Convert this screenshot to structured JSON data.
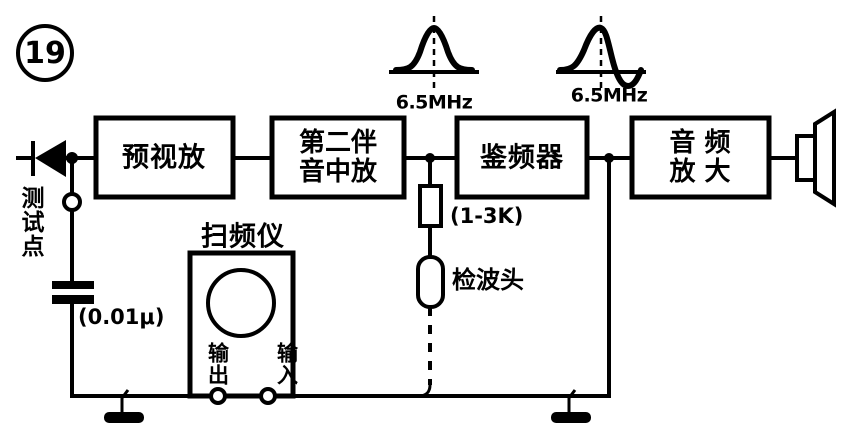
{
  "figure": {
    "number_badge": "19",
    "description": "TV second sound IF / FM discriminator alignment block diagram with sweep generator"
  },
  "blocks": [
    {
      "id": "pre-video-amp",
      "label": "预视放",
      "lines": [
        "预视放"
      ]
    },
    {
      "id": "second-sound-if-amp",
      "label": "第二伴音中放",
      "lines": [
        "第二伴",
        "音中放"
      ]
    },
    {
      "id": "frequency-discriminator",
      "label": "鉴频器",
      "lines": [
        "鉴频器"
      ]
    },
    {
      "id": "audio-amplifier",
      "label": "音频放大",
      "lines": [
        "音 频",
        "放 大"
      ]
    }
  ],
  "instrument": {
    "title": "扫频仪",
    "output_label": "输出",
    "input_label": "输入"
  },
  "components": {
    "capacitor_value": "(0.01μ)",
    "resistor_value": "(1-3K)",
    "detector_probe_label": "检波头",
    "test_point_label": "测试点"
  },
  "waveforms": [
    {
      "id": "bandpass-response",
      "shape": "bell",
      "frequency_label": "6.5MHz"
    },
    {
      "id": "s-curve-response",
      "shape": "s-curve",
      "frequency_label": "6.5MHz"
    }
  ],
  "icons": {
    "diode": "diode-icon",
    "speaker": "speaker-icon",
    "ground": "ground-icon",
    "terminal": "terminal-icon"
  },
  "colors": {
    "ink": "#000000",
    "paper": "#ffffff"
  }
}
